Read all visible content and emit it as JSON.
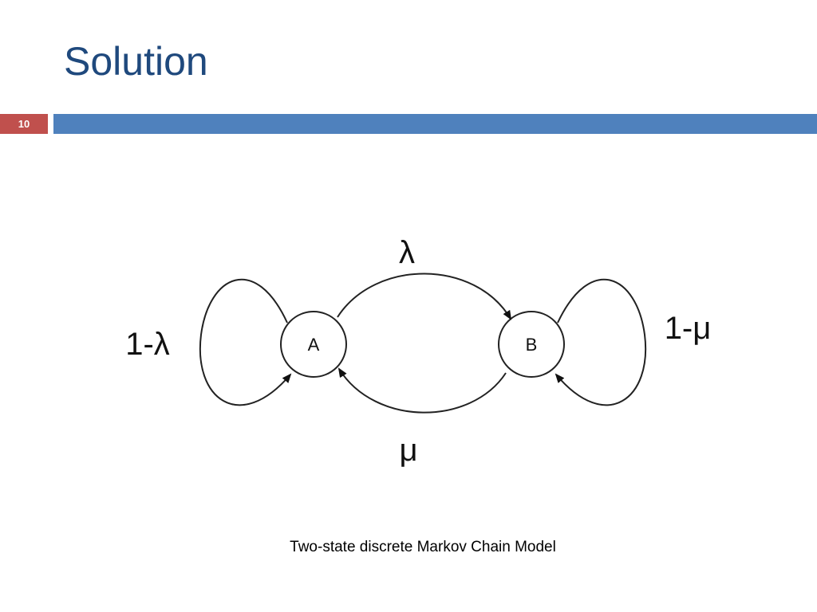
{
  "slide": {
    "title": "Solution",
    "number": "10",
    "caption": "Two-state discrete Markov Chain Model"
  },
  "diagram": {
    "states": [
      {
        "id": "A",
        "label": "A"
      },
      {
        "id": "B",
        "label": "B"
      }
    ],
    "edges": [
      {
        "from": "A",
        "to": "B",
        "label": "λ"
      },
      {
        "from": "B",
        "to": "A",
        "label": "μ"
      },
      {
        "from": "A",
        "to": "A",
        "label": "1-λ"
      },
      {
        "from": "B",
        "to": "B",
        "label": "1-μ"
      }
    ]
  },
  "colors": {
    "title": "#1f497d",
    "accent_bar": "#4f81bd",
    "number_box": "#c0504d"
  }
}
